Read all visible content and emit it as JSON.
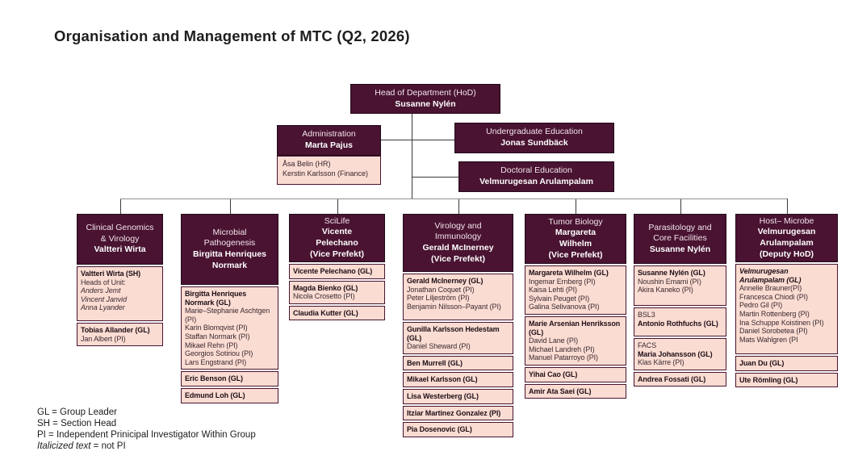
{
  "title": "Organisation and Management of MTC (Q2, 2026)",
  "colors": {
    "dark": "#491331",
    "pink": "#fbdcd2"
  },
  "top": {
    "hod": {
      "title": "Head of Department (HoD)",
      "name": "Susanne Nylén"
    },
    "administration": {
      "title": "Administration",
      "name": "Marta Pajus",
      "staff": [
        "Åsa Belin (HR)",
        "Kerstin Karlsson (Finance)"
      ]
    },
    "undergraduate": {
      "title": "Undergraduate Education",
      "name": "Jonas Sundbäck"
    },
    "doctoral": {
      "title": "Doctoral Education",
      "name": "Velmurugesan Arulampalam"
    }
  },
  "departments": [
    {
      "id": "clinical-genomics-virology",
      "header": [
        {
          "t": "Clinical Genomics",
          "s": "r"
        },
        {
          "t": "& Virology",
          "s": "r"
        },
        {
          "t": "Valtteri Wirta",
          "s": "b"
        }
      ],
      "sections": [
        {
          "entries": [
            {
              "t": "Valtteri Wirta (SH)",
              "s": "b"
            },
            {
              "t": "Heads of Unit:",
              "s": "r"
            },
            {
              "t": "Anders Jemt",
              "s": "i"
            },
            {
              "t": "Vincent Janvid",
              "s": "i"
            },
            {
              "t": "Anna Lyander",
              "s": "i"
            }
          ]
        },
        {
          "entries": [
            {
              "t": "Tobias Allander (GL)",
              "s": "b"
            },
            {
              "t": "Jan Albert (PI)",
              "s": "r"
            }
          ]
        }
      ]
    },
    {
      "id": "microbial-pathogenesis",
      "header": [
        {
          "t": "Microbial",
          "s": "r"
        },
        {
          "t": "Pathogenesis",
          "s": "r"
        },
        {
          "t": "Birgitta Henriques",
          "s": "b"
        },
        {
          "t": "Normark",
          "s": "b"
        }
      ],
      "sections": [
        {
          "entries": [
            {
              "t": "Birgitta Henriques Normark (GL)",
              "s": "b"
            },
            {
              "t": "Marie–Stephanie Aschtgen (PI)",
              "s": "r"
            },
            {
              "t": "Karin Blomqvist (PI)",
              "s": "r"
            },
            {
              "t": "Staffan Normark (PI)",
              "s": "r"
            },
            {
              "t": "Mikael Rehn (PI)",
              "s": "r"
            },
            {
              "t": "Georgios Sotiriou (PI)",
              "s": "r"
            },
            {
              "t": "Lars Engstrand (PI)",
              "s": "r"
            }
          ]
        },
        {
          "entries": [
            {
              "t": "Eric Benson (GL)",
              "s": "b"
            }
          ]
        },
        {
          "entries": [
            {
              "t": "Edmund Loh (GL)",
              "s": "b"
            }
          ]
        }
      ]
    },
    {
      "id": "scilife",
      "header": [
        {
          "t": "SciLife",
          "s": "r"
        },
        {
          "t": "Vicente",
          "s": "b"
        },
        {
          "t": "Pelechano",
          "s": "b"
        },
        {
          "t": "(Vice Prefekt)",
          "s": "b"
        }
      ],
      "sections": [
        {
          "entries": [
            {
              "t": "Vicente Pelechano (GL)",
              "s": "b"
            }
          ]
        },
        {
          "entries": [
            {
              "t": "Magda Bienko (GL)",
              "s": "b"
            },
            {
              "t": "Nicola Crosetto (PI)",
              "s": "r"
            }
          ]
        },
        {
          "entries": [
            {
              "t": "Claudia Kutter (GL)",
              "s": "b"
            }
          ]
        }
      ]
    },
    {
      "id": "virology-and-immunology",
      "header": [
        {
          "t": "Virology and",
          "s": "r"
        },
        {
          "t": "Immunology",
          "s": "r"
        },
        {
          "t": "Gerald McInerney",
          "s": "b"
        },
        {
          "t": "(Vice Prefekt)",
          "s": "b"
        }
      ],
      "sections": [
        {
          "entries": [
            {
              "t": "Gerald McInerney (GL)",
              "s": "b"
            },
            {
              "t": "Jonathan Coquet (PI)",
              "s": "r"
            },
            {
              "t": "Peter Liljeström (PI)",
              "s": "r"
            },
            {
              "t": "Benjamin Nilsson–Payant (PI)",
              "s": "r"
            }
          ]
        },
        {
          "entries": [
            {
              "t": "Gunilla Karlsson Hedestam (GL)",
              "s": "b"
            },
            {
              "t": "Daniel Sheward (PI)",
              "s": "r"
            }
          ]
        },
        {
          "entries": [
            {
              "t": "Ben Murrell (GL)",
              "s": "b"
            }
          ]
        },
        {
          "entries": [
            {
              "t": "Mikael Karlsson (GL)",
              "s": "b"
            }
          ]
        },
        {
          "entries": [
            {
              "t": "Lisa Westerberg (GL)",
              "s": "b"
            }
          ]
        },
        {
          "entries": [
            {
              "t": "Itziar Martinez Gonzalez (PI)",
              "s": "b"
            }
          ]
        },
        {
          "entries": [
            {
              "t": "Pia Dosenovic (GL)",
              "s": "b"
            }
          ]
        }
      ]
    },
    {
      "id": "tumor-biology",
      "header": [
        {
          "t": "Tumor Biology",
          "s": "r"
        },
        {
          "t": "Margareta",
          "s": "b"
        },
        {
          "t": "Wilhelm",
          "s": "b"
        },
        {
          "t": "(Vice Prefekt)",
          "s": "b"
        }
      ],
      "sections": [
        {
          "entries": [
            {
              "t": "Margareta Wilhelm (GL)",
              "s": "b"
            },
            {
              "t": "Ingemar Ernberg (PI)",
              "s": "r"
            },
            {
              "t": "Kaisa Lehti (PI)",
              "s": "r"
            },
            {
              "t": "Sylvain Peuget (PI)",
              "s": "r"
            },
            {
              "t": "Galina Selivanova (PI)",
              "s": "r"
            }
          ]
        },
        {
          "entries": [
            {
              "t": "Marie Arsenian Henriksson (GL)",
              "s": "b"
            },
            {
              "t": "David Lane (PI)",
              "s": "r"
            },
            {
              "t": "Michael Landreh (PI)",
              "s": "r"
            },
            {
              "t": "Manuel Patarroyo (PI)",
              "s": "r"
            }
          ]
        },
        {
          "entries": [
            {
              "t": "Yihai Cao (GL)",
              "s": "b"
            }
          ]
        },
        {
          "entries": [
            {
              "t": "Amir Ata Saei (GL)",
              "s": "b"
            }
          ]
        }
      ]
    },
    {
      "id": "parasitology-and-core-facilities",
      "header": [
        {
          "t": "Parasitology and",
          "s": "r"
        },
        {
          "t": "Core Facilities",
          "s": "r"
        },
        {
          "t": "Susanne Nylén",
          "s": "b"
        }
      ],
      "sections": [
        {
          "entries": [
            {
              "t": "Susanne Nylén (GL)",
              "s": "b"
            },
            {
              "t": "Noushin Emami (PI)",
              "s": "r"
            },
            {
              "t": "Akira Kaneko (PI)",
              "s": "r"
            }
          ]
        },
        {
          "entries": [
            {
              "t": "BSL3",
              "s": "r"
            },
            {
              "t": "Antonio Rothfuchs (GL)",
              "s": "b"
            }
          ]
        },
        {
          "entries": [
            {
              "t": "FACS",
              "s": "r"
            },
            {
              "t": "Maria Johansson (GL)",
              "s": "b"
            },
            {
              "t": "Klas Kärre (PI)",
              "s": "r"
            }
          ]
        },
        {
          "entries": [
            {
              "t": "Andrea Fossati (GL)",
              "s": "b"
            }
          ]
        }
      ]
    },
    {
      "id": "host-microbe",
      "header": [
        {
          "t": "Host– Microbe",
          "s": "r"
        },
        {
          "t": "Velmurugesan",
          "s": "b"
        },
        {
          "t": "Arulampalam",
          "s": "b"
        },
        {
          "t": "(Deputy HoD)",
          "s": "b"
        }
      ],
      "sections": [
        {
          "entries": [
            {
              "t": "Velmurugesan Arulampalam (GL)",
              "s": "bi"
            },
            {
              "t": "Annelie Brauner(PI)",
              "s": "r"
            },
            {
              "t": "Francesca Chiodi (PI)",
              "s": "r"
            },
            {
              "t": "Pedro Gil (PI)",
              "s": "r"
            },
            {
              "t": "Martin Rottenberg (PI)",
              "s": "r"
            },
            {
              "t": "Ina Schuppe Koistinen (PI)",
              "s": "r"
            },
            {
              "t": "Daniel Sorobetea (PI)",
              "s": "r"
            },
            {
              "t": "Mats Wahlgren (PI",
              "s": "r"
            }
          ]
        },
        {
          "entries": [
            {
              "t": "Juan Du (GL)",
              "s": "b"
            }
          ]
        },
        {
          "entries": [
            {
              "t": "Ute Römling (GL)",
              "s": "b"
            }
          ]
        }
      ]
    }
  ],
  "legend": {
    "lines": [
      "GL = Group Leader",
      "SH = Section Head",
      "PI = Independent Prinicipal Investigator Within Group"
    ],
    "italic_term": "Italicized text",
    "italic_rest": " = not PI"
  }
}
